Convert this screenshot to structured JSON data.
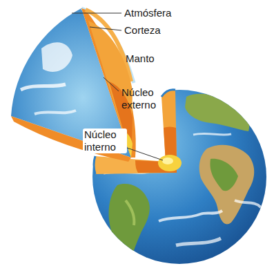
{
  "diagram": {
    "labels": [
      "Atmósfera",
      "Corteza",
      "Manto",
      "Núcleo externo",
      "Núcleo interno"
    ]
  }
}
